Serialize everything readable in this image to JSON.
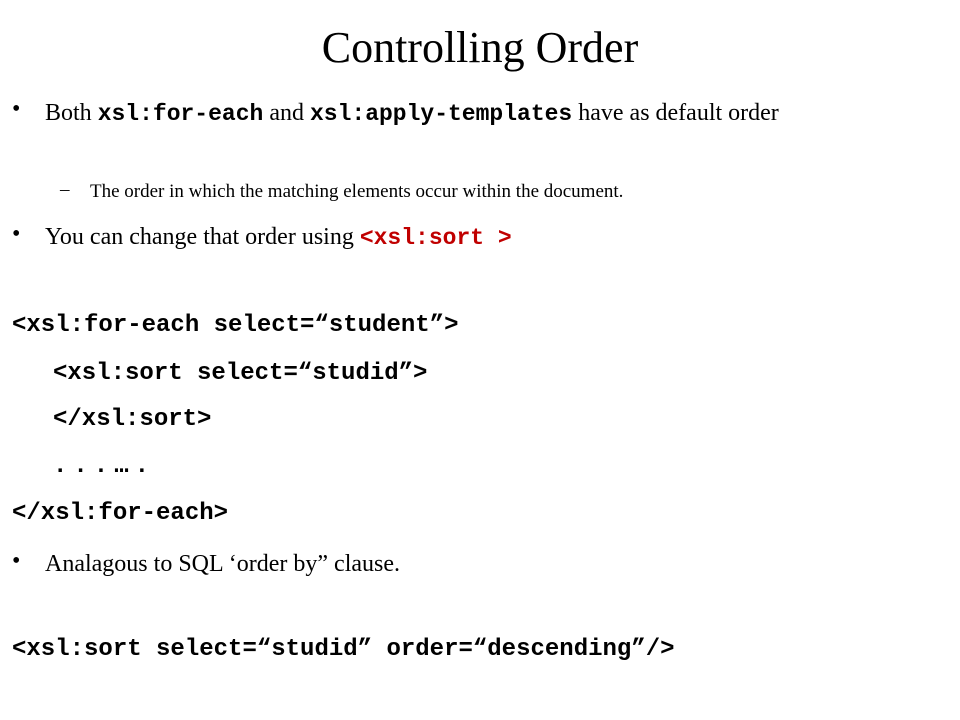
{
  "slide": {
    "title": "Controlling Order",
    "bullets": [
      {
        "parts": [
          "Both ",
          "xsl:for-each",
          " and ",
          "xsl:apply-templates",
          " have as default order"
        ],
        "sub": "The order in which the matching elements occur within the document."
      },
      {
        "parts": [
          "You can change that order using ",
          "<xsl:sort >"
        ]
      }
    ],
    "code1": [
      "<xsl:for-each select=“student”>",
      "<xsl:sort select=“studid”>",
      "</xsl:sort>",
      "...….",
      "</xsl:for-each>"
    ],
    "bullet3": "Analagous to SQL ‘order by” clause.",
    "code2": "<xsl:sort select=“studid” order=“descending”/>",
    "accent_color": "#c00000"
  }
}
